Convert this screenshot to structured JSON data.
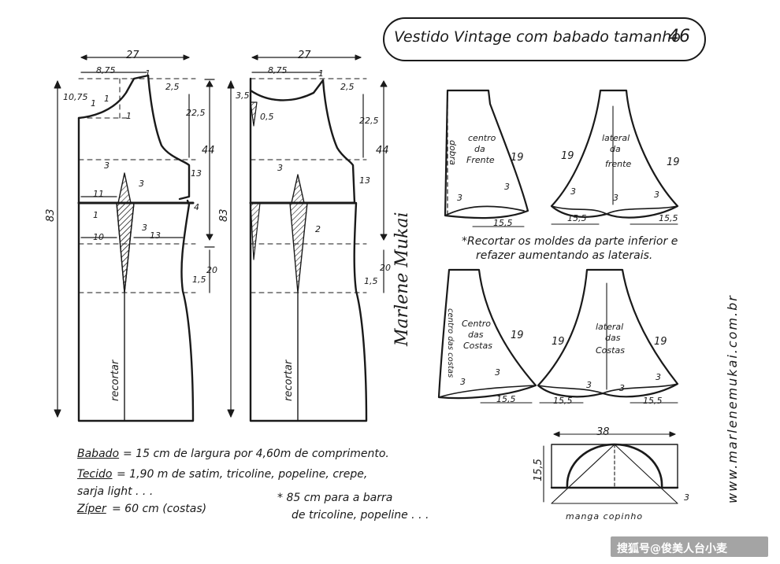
{
  "title": {
    "text": "Vestido Vintage com babado tamanho",
    "size": "46"
  },
  "bodice_front": {
    "width_top": "27",
    "neck_width": "8,75",
    "shoulder_drop": "1",
    "neck_depth": "10,75",
    "neck_marks": [
      "1",
      "1",
      "1"
    ],
    "shoulder_gap": "2,5",
    "armhole_depth": "22,5",
    "side_upper": "44",
    "side_seg": "13",
    "waist_gap": "4",
    "dart_height": "3",
    "dart_side": "3",
    "dart_offset": "11",
    "dart_point": "1",
    "hip_offset": "10",
    "hip_seg": "13",
    "hip_dart": "3",
    "hip_drop": "20",
    "hip_flare": "1,5",
    "full_length": "83",
    "label_recortar": "recortar"
  },
  "bodice_back": {
    "width_top": "27",
    "neck_width": "8,75",
    "shoulder_drop": "1",
    "neck_depth": "3,5",
    "neck_side": "0,5",
    "shoulder_gap": "2,5",
    "armhole_depth": "22,5",
    "side_upper": "44",
    "side_seg": "13",
    "dart_height": "3",
    "hip_dart": "2",
    "hip_drop": "20",
    "hip_flare": "1,5",
    "full_length": "83",
    "label_recortar": "recortar"
  },
  "signature": "Marlene Mukai",
  "skirt_front_center": {
    "label_line1": "centro",
    "label_line2": "da",
    "label_line3": "Frente",
    "fold": "dobra",
    "side": "19",
    "flare1": "3",
    "flare2": "3",
    "hem": "15,5"
  },
  "skirt_front_side": {
    "label_line1": "lateral",
    "label_line2": "da",
    "label_line3": "frente",
    "side_left": "19",
    "side_right": "19",
    "flare1": "3",
    "flare2": "3",
    "flare3": "3",
    "hem_left": "15,5",
    "hem_right": "15,5"
  },
  "skirt_note": {
    "line1": "*Recortar os moldes da parte inferior e",
    "line2": "refazer aumentando as laterais."
  },
  "skirt_back_center": {
    "label_line1": "Centro",
    "label_line2": "das",
    "label_line3": "Costas",
    "side_label": "centro das costas",
    "side": "19",
    "flare1": "3",
    "flare2": "3",
    "hem": "15,5"
  },
  "skirt_back_side": {
    "label_line1": "lateral",
    "label_line2": "das",
    "label_line3": "Costas",
    "side_left": "19",
    "side_right": "19",
    "flare1": "3",
    "flare2": "3",
    "flare3": "3",
    "hem_left": "15,5",
    "hem_right": "15,5"
  },
  "sleeve": {
    "width": "38",
    "height": "15,5",
    "base": "3",
    "label": "manga copinho"
  },
  "notes": {
    "babado_label": "Babado",
    "babado_text": "= 15 cm de largura por 4,60m de comprimento.",
    "tecido_label": "Tecido",
    "tecido_text": "= 1,90 m   de satim, tricoline, popeline, crepe,",
    "tecido_text2": "sarja light . . .",
    "zíper_label": "Zíper",
    "zíper_text": "= 60 cm (costas)",
    "asterisk1": "* 85 cm para a barra",
    "asterisk2": "de tricoline, popeline . . ."
  },
  "website": "www.marlenemukai.com.br",
  "watermark": "搜狐号@俊美人台小麦"
}
